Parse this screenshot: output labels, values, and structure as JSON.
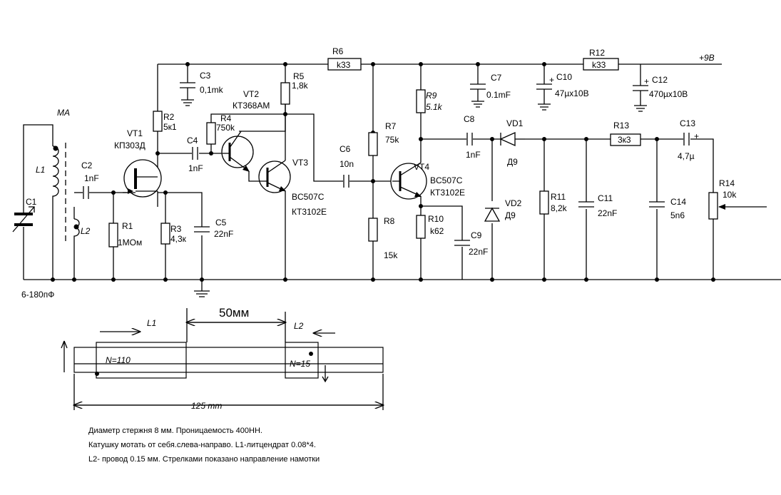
{
  "components": {
    "ma": "МА",
    "l1": "L1",
    "l2": "L2",
    "c1": "C1",
    "c1_range": "6-180пФ",
    "c2": "C2",
    "c2_val": "1nF",
    "r1": "R1",
    "r1_val": "1МОм",
    "vt1": "VT1",
    "vt1_type": "КП303Д",
    "r2": "R2",
    "r2_val": "5к1",
    "c3": "C3",
    "c3_val": "0,1mk",
    "c4": "C4",
    "c4_val": "1nF",
    "r3": "R3",
    "r3_val": "4,3к",
    "c5": "C5",
    "c5_val": "22nF",
    "r4": "R4",
    "r4_val": "750k",
    "vt2": "VT2",
    "vt2_type": "КТ368АМ",
    "r5": "R5",
    "r5_val": "1,8k",
    "vt3": "VT3",
    "vt3_type": "BC507C",
    "vt3_type2": "КТ3102Е",
    "r6": "R6",
    "r6_val": "k33",
    "c6": "C6",
    "c6_val": "10n",
    "r7": "R7",
    "r7_val": "75k",
    "r8": "R8",
    "r8_val": "15k",
    "vt4": "VT4",
    "vt4_type": "BC507C",
    "vt4_type2": "КТ3102Е",
    "r9": "R9",
    "r9_val": "5.1k",
    "r10": "R10",
    "r10_val": "k62",
    "c9": "C9",
    "c9_val": "22nF",
    "c7": "C7",
    "c7_val": "0.1mF",
    "c8": "C8",
    "c8_val": "1nF",
    "vd1": "VD1",
    "vd1_type": "Д9",
    "vd2": "VD2",
    "vd2_type": "Д9",
    "r11": "R11",
    "r11_val": "8,2k",
    "c10": "C10",
    "c10_val": "47µx10В",
    "r12": "R12",
    "r12_val": "k33",
    "c11": "C11",
    "c11_val": "22nF",
    "r13": "R13",
    "r13_val": "3к3",
    "c12": "C12",
    "c12_val": "470µx10В",
    "c13": "C13",
    "c13_val": "4,7µ",
    "c14": "C14",
    "c14_val": "5n6",
    "r14": "R14",
    "r14_val": "10k",
    "supply": "+9В",
    "plus": "+"
  },
  "coil_diagram": {
    "dimension": "50мм",
    "l1": "L1",
    "l2": "L2",
    "n1": "N=110",
    "n2": "N=15",
    "length": "125 mm"
  },
  "notes": [
    "Диаметр стержня 8 мм. Проницаемость 400НН.",
    "Катушку мотать от себя.слева-направо. L1-литцендрат 0.08*4.",
    "L2- провод 0.15 мм. Стрелками показано направление намотки"
  ]
}
